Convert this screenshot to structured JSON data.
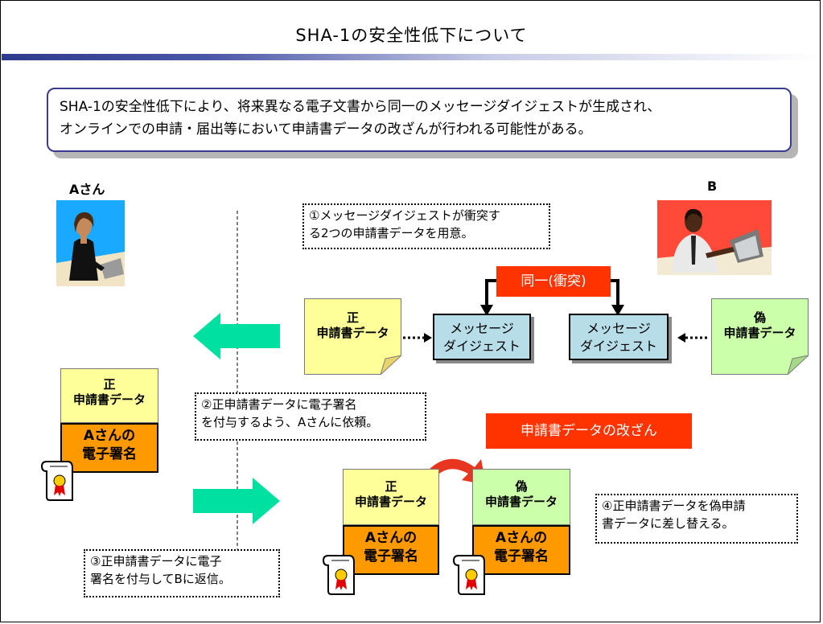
{
  "title": "SHA-1の安全性低下について",
  "summary": {
    "line1": "SHA-1の安全性低下により、将来異なる電子文書から同一のメッセージダイジェストが生成され、",
    "line2": "オンラインでの申請・届出等において申請書データの改ざんが行われる可能性がある。"
  },
  "person_a": {
    "label": "Aさん"
  },
  "person_b": {
    "label": "B"
  },
  "notes": {
    "step1": [
      "①メッセージダイジェストが衝突す",
      "る2つの申請書データを用意。"
    ],
    "step2": [
      "②正申請書データに電子署名",
      "を付与するよう、Aさんに依頼。"
    ],
    "step3": [
      "③正申請書データに電子",
      "署名を付与してBに返信。"
    ],
    "step4": [
      "④正申請書データを偽申請",
      "書データに差し替える。"
    ]
  },
  "collision_label": "同一(衝突)",
  "tamper_label": "申請書データの改ざん",
  "docs": {
    "genuine_mark": "正",
    "fake_mark": "偽",
    "doc_label": "申請書データ"
  },
  "digest": {
    "line1": "メッセージ",
    "line2": "ダイジェスト"
  },
  "signature": {
    "line1": "Aさんの",
    "line2": "電子署名"
  },
  "colors": {
    "accent_blue": "#3b3b8f",
    "doc_yellow": "#ffff99",
    "doc_green": "#ccffaa",
    "digest_blue": "#b7dde8",
    "signature_orange": "#ff9900",
    "red_label": "#ff3300",
    "arrow_teal": "#00e0a0"
  }
}
